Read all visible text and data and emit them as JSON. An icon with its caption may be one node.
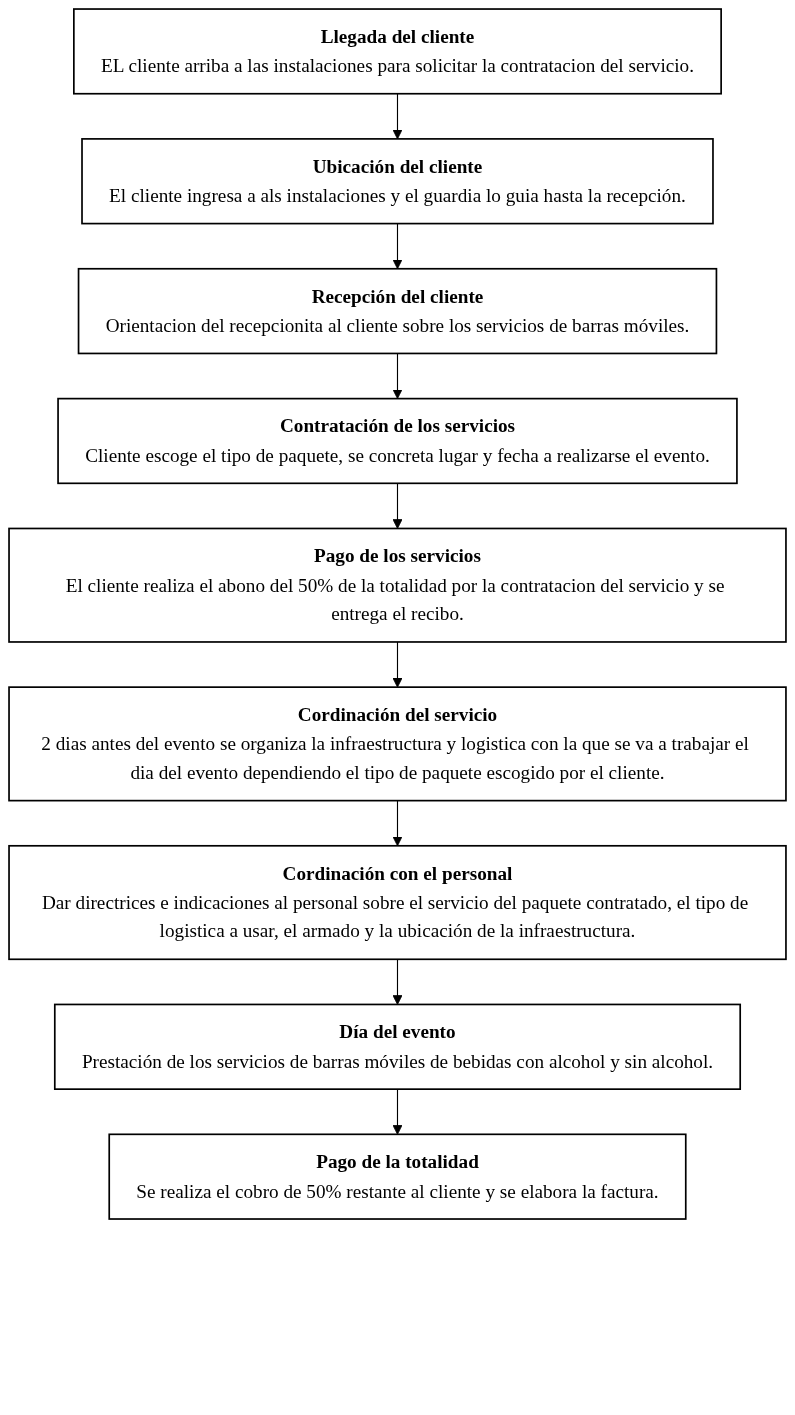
{
  "diagram": {
    "nodes": [
      {
        "text": [
          "Llegada del cliente",
          "EL cliente arriba a las instalaciones para solicitar la contratacion del servicio."
        ]
      },
      {
        "text": [
          "Ubicación del cliente",
          "El cliente ingresa a als instalaciones y el guardia lo guia hasta la recepción."
        ]
      },
      {
        "text": [
          "Recepción del cliente",
          "Orientacion del recepcionita al cliente sobre los servicios de barras móviles."
        ]
      },
      {
        "text": [
          "Contratación de los servicios",
          "Cliente escoge el tipo de paquete, se concreta lugar y fecha a realizarse el evento."
        ]
      },
      {
        "text": [
          "Pago de los servicios",
          "El cliente realiza el abono del 50% de la totalidad por la contratacion del servicio y se entrega el recibo."
        ]
      },
      {
        "text": [
          "Cordinación del servicio",
          "2 dias antes del evento se organiza la infraestructura y logistica con la que se va a trabajar el dia del evento dependiendo el tipo de paquete escogido por el cliente."
        ]
      },
      {
        "text": [
          "Cordinación con el personal",
          "Dar directrices e indicaciones al personal sobre el servicio del paquete contratado, el tipo de logistica a usar, el armado y la ubicación de la infraestructura."
        ]
      },
      {
        "text": [
          "Día del evento",
          "Prestación de los servicios de barras móviles de bebidas con alcohol y sin alcohol."
        ]
      },
      {
        "text": [
          "Pago de la totalidad",
          "Se realiza el cobro de 50% restante al cliente y se elabora la factura."
        ]
      }
    ],
    "edges": [
      {
        "from": 0,
        "to": 1,
        "arrow": "to"
      },
      {
        "from": 1,
        "to": 2,
        "arrow": "to"
      },
      {
        "from": 2,
        "to": 3,
        "arrow": "to"
      },
      {
        "from": 3,
        "to": 4,
        "arrow": "to"
      },
      {
        "from": 4,
        "to": 5,
        "arrow": "to"
      },
      {
        "from": 5,
        "to": 6,
        "arrow": "to"
      },
      {
        "from": 6,
        "to": 7,
        "arrow": "to"
      },
      {
        "from": 7,
        "to": 8,
        "arrow": "to"
      }
    ]
  }
}
